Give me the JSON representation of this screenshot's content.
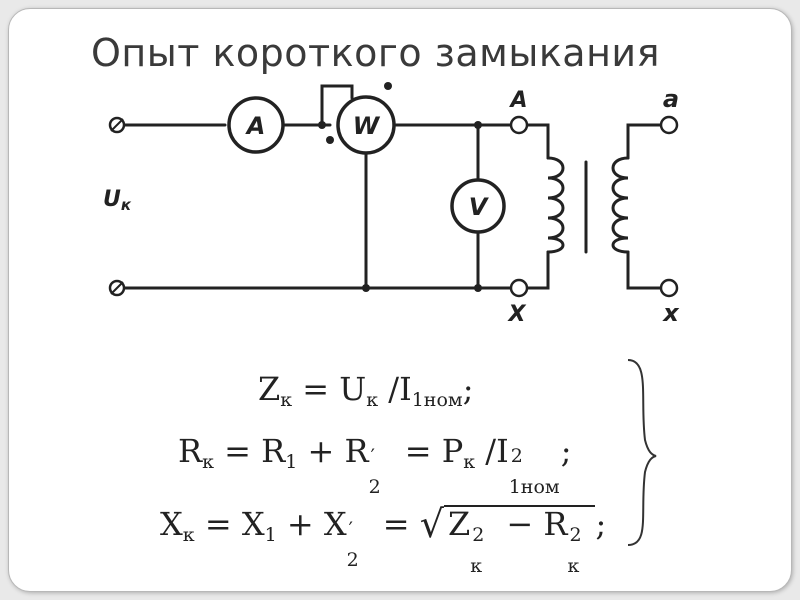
{
  "slide": {
    "title": "Опыт короткого замыкания"
  },
  "circuit": {
    "source_label_main": "U",
    "source_label_sub": "к",
    "ammeter_label": "A",
    "wattmeter_label": "W",
    "voltmeter_label": "V",
    "primary_top_label": "A",
    "primary_bottom_label": "X",
    "secondary_top_label": "a",
    "secondary_bottom_label": "x"
  },
  "formulas": {
    "line1": {
      "z": "Z",
      "k1": "к",
      "eq1": "=",
      "u": "U",
      "k2": "к",
      "div": "/",
      "i": "I",
      "inom": "1ном",
      "end": ";"
    },
    "line2": {
      "r": "R",
      "k1": "к",
      "eq1": "=",
      "r1": "R",
      "s1": "1",
      "plus": "+",
      "r2": "R",
      "s2p": "′",
      "s2": "2",
      "eq2": "=",
      "p": "P",
      "k2": "к",
      "div": "/",
      "i": "I",
      "sq": "2",
      "inom": "1ном",
      "end": ";"
    },
    "line3": {
      "x": "X",
      "k1": "к",
      "eq1": "=",
      "x1": "X",
      "s1": "1",
      "plus": "+",
      "x2": "X",
      "s2p": "′",
      "s2": "2",
      "eq2": "=",
      "radical": "√",
      "z": "Z",
      "sqz": "2",
      "kz": "к",
      "minus": "−",
      "r": "R",
      "sqr": "2",
      "kr": "к",
      "end": ";"
    }
  }
}
